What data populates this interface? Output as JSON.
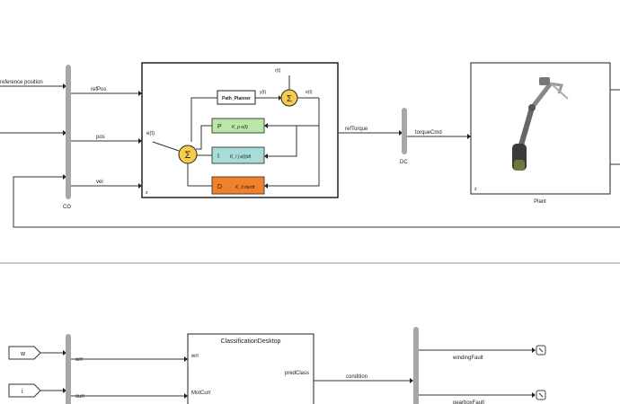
{
  "top": {
    "input_label": "reference position",
    "bus_co": {
      "name": "CO",
      "outputs": [
        "refPos",
        "pos",
        "vel"
      ]
    },
    "controller": {
      "dim_label": "e(t)",
      "path_block": "Path_Planner",
      "sum_out": "e(t)",
      "sum_top": "r(t)",
      "y_label": "y(t)",
      "p": {
        "letter": "P",
        "formula": "K_p e(t)",
        "color": "#b9e7a9"
      },
      "i": {
        "letter": "I",
        "formula": "K_i ∫ e(t)dt",
        "color": "#a8dcd8"
      },
      "d": {
        "letter": "D",
        "formula": "K_d de/dt",
        "color": "#f0812a"
      },
      "corner": "z"
    },
    "ref_torque": "refTorque",
    "bus_dc": {
      "name": "DC",
      "out": "torqueCmd"
    },
    "plant": {
      "name": "Plant"
    }
  },
  "bottom": {
    "inputs": [
      {
        "name": "w"
      },
      {
        "name": "i"
      }
    ],
    "in_signals": [
      "wrr",
      "curr"
    ],
    "classifier": {
      "title": "ClassificationDesktop",
      "ports_in": [
        "wrr",
        "MotCurr"
      ],
      "port_out": "predClass"
    },
    "condition": "condition",
    "outputs": [
      "windingFault",
      "gearboxFault"
    ]
  },
  "colors": {
    "sum": "#f5cd4a",
    "bus": "#a7a7a7",
    "divider": "#b5b5b5"
  }
}
